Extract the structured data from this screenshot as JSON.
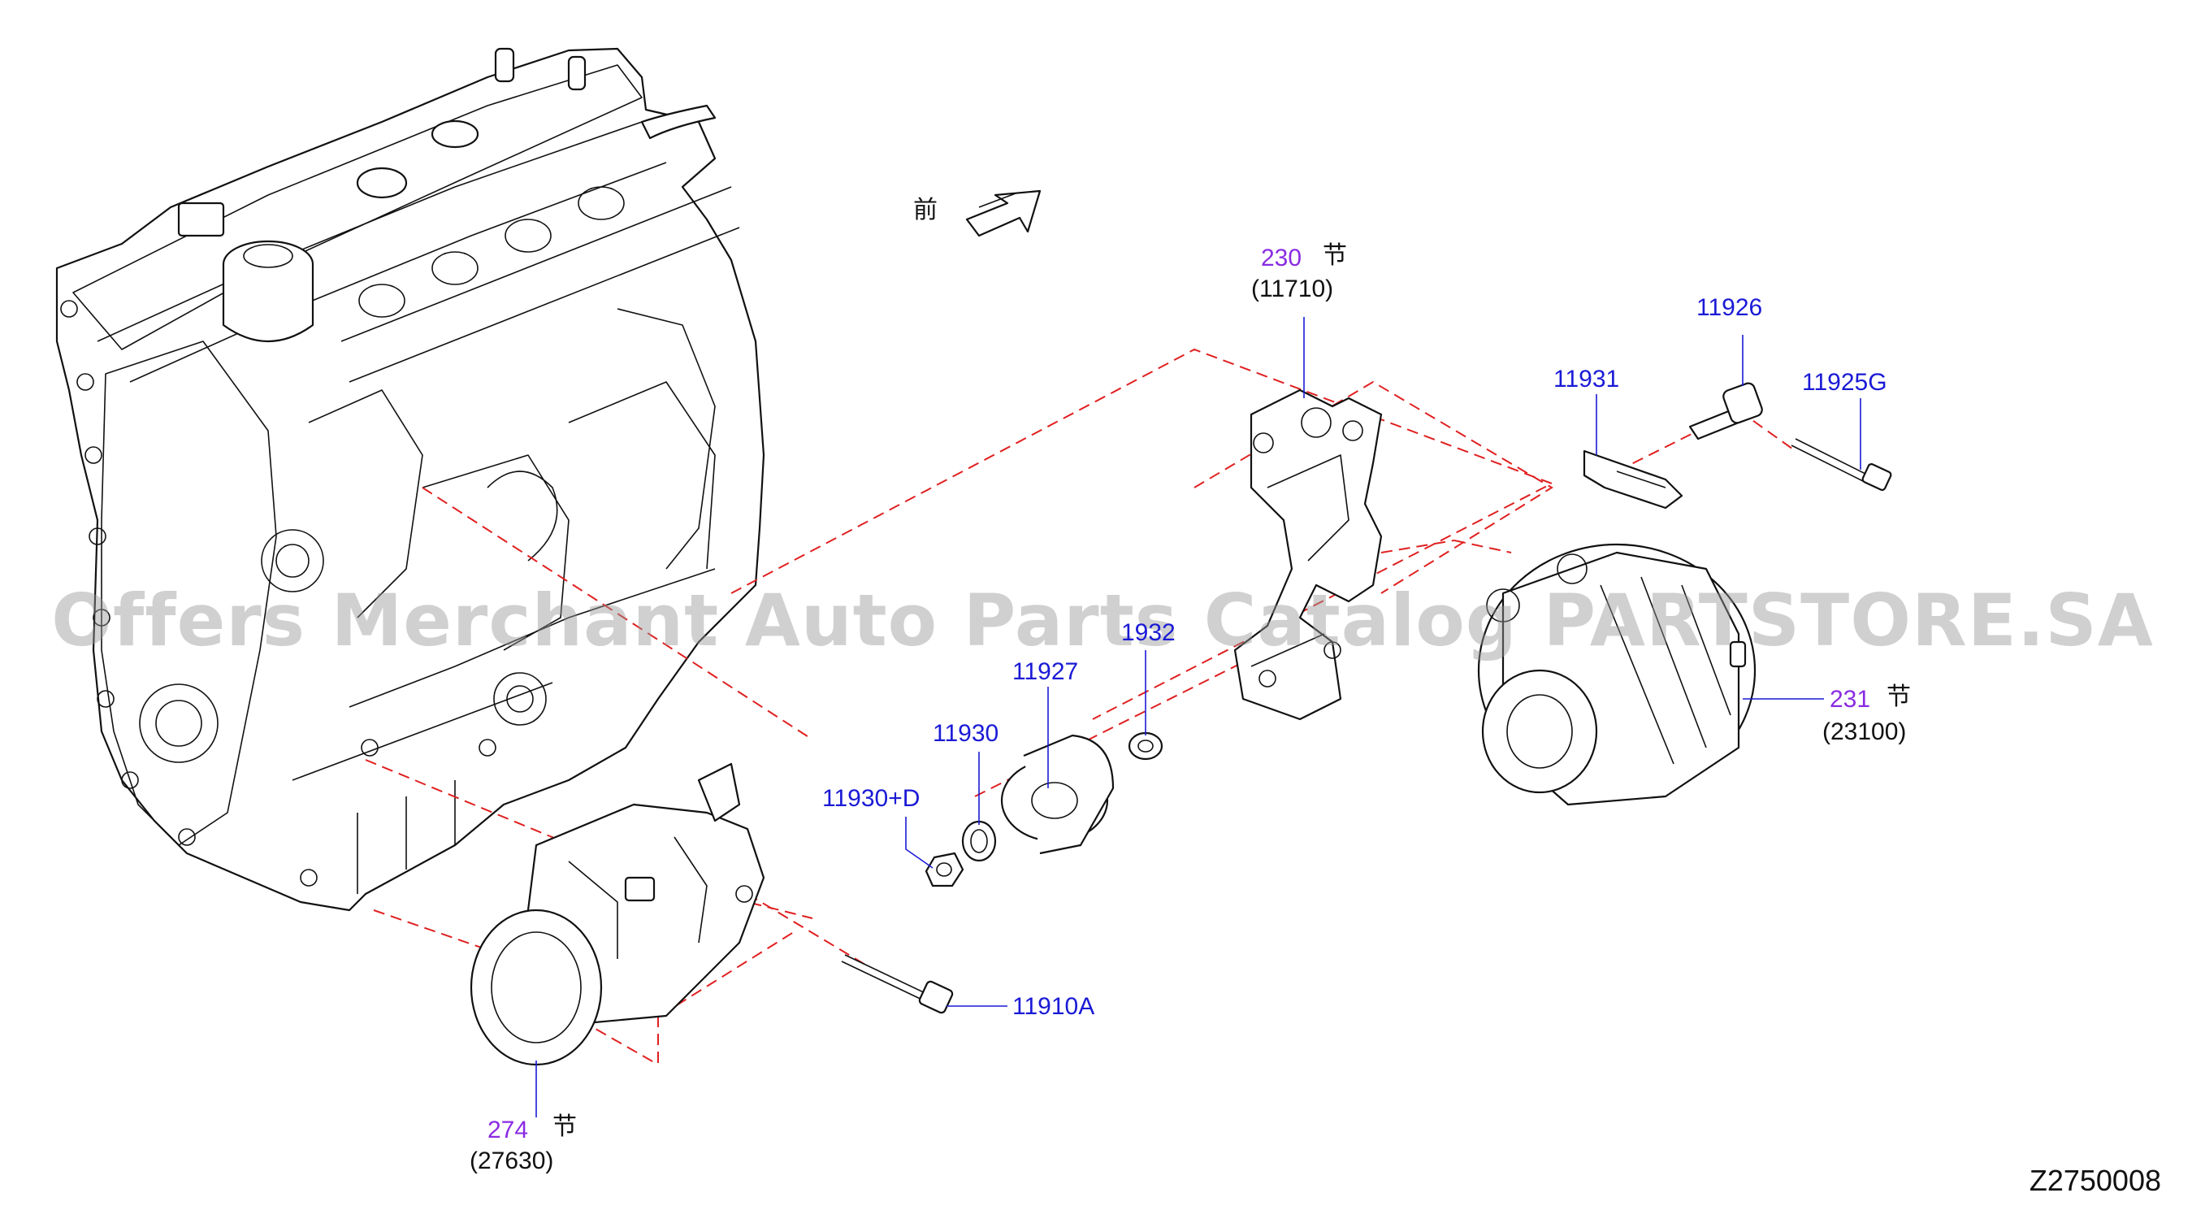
{
  "diagram": {
    "front_label": "前",
    "code": "Z2750008",
    "watermark": "Offers Merchant Auto Parts Catalog PARTSTORE.SA",
    "callouts": [
      {
        "id": "230",
        "sub": "(11710)",
        "mark": "节"
      },
      {
        "id": "11926"
      },
      {
        "id": "11931"
      },
      {
        "id": "11925G"
      },
      {
        "id": "1932"
      },
      {
        "id": "11927"
      },
      {
        "id": "11930"
      },
      {
        "id": "11930+D"
      },
      {
        "id": "231",
        "sub": "(23100)",
        "mark": "节"
      },
      {
        "id": "274",
        "sub": "(27630)",
        "mark": "节"
      },
      {
        "id": "11910A"
      }
    ]
  }
}
